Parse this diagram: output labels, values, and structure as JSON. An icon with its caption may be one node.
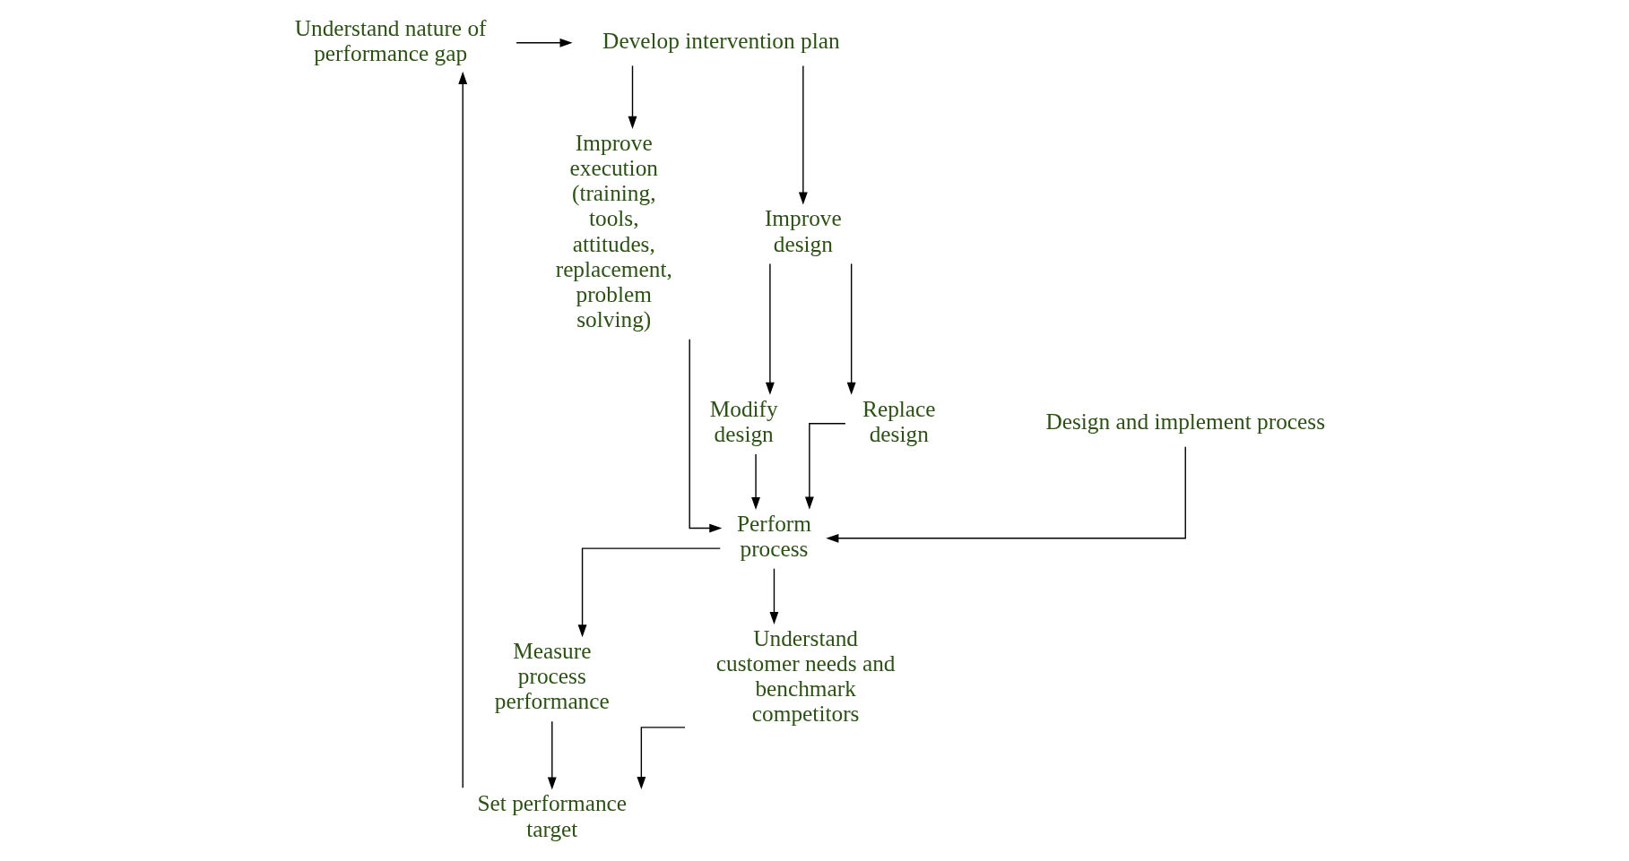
{
  "diagram": {
    "nodes": [
      {
        "text": [
          "Understand nature of performance gap"
        ]
      },
      {
        "text": [
          "Develop intervention plan"
        ]
      },
      {
        "text": [
          "Set performance target"
        ]
      },
      {
        "text": [
          "Measure process performance"
        ]
      },
      {
        "text": [
          "Understand customer needs and benchmark competitors"
        ]
      },
      {
        "text": [
          "Improve execution (training, tools, attitudes, replacement, problem solving)"
        ]
      },
      {
        "text": [
          "Improve design"
        ]
      },
      {
        "text": [
          "Modify design"
        ]
      },
      {
        "text": [
          "Replace design"
        ]
      },
      {
        "text": [
          "Perform process"
        ]
      },
      {
        "text": [
          "Design and implement process"
        ]
      }
    ],
    "edges": [
      {
        "from": 2,
        "to": 0,
        "arrow": "to"
      },
      {
        "from": 0,
        "to": 1,
        "arrow": "to"
      },
      {
        "from": 1,
        "to": 5,
        "arrow": "to"
      },
      {
        "from": 1,
        "to": 6,
        "arrow": "to"
      },
      {
        "from": 6,
        "to": 7,
        "arrow": "to"
      },
      {
        "from": 6,
        "to": 8,
        "arrow": "to"
      },
      {
        "from": 3,
        "to": 2,
        "arrow": "to"
      },
      {
        "from": 4,
        "to": 2,
        "arrow": "to"
      },
      {
        "from": 5,
        "to": 9,
        "arrow": "to"
      },
      {
        "from": 7,
        "to": 9,
        "arrow": "to"
      },
      {
        "from": 8,
        "to": 9,
        "arrow": "to"
      },
      {
        "from": 9,
        "to": 3,
        "arrow": "to"
      },
      {
        "from": 9,
        "to": 4,
        "arrow": "to"
      },
      {
        "from": 10,
        "to": 9,
        "arrow": "to"
      }
    ]
  }
}
